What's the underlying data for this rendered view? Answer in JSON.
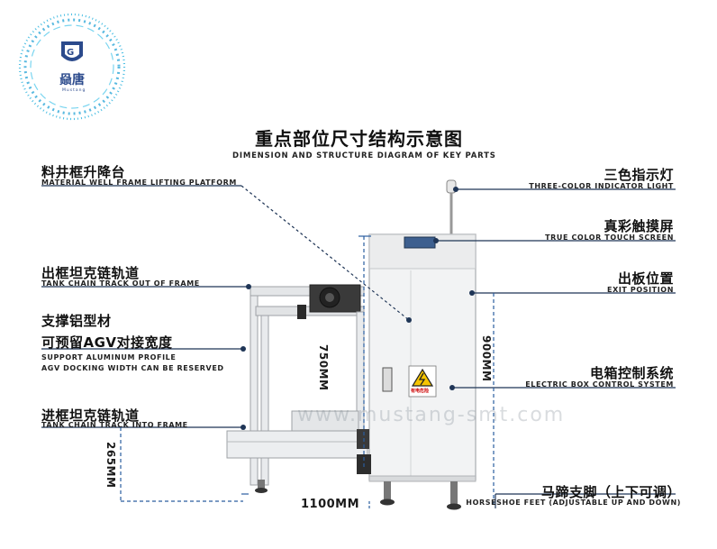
{
  "logo": {
    "brand_cn": "赑唐",
    "brand_en": "Mustang"
  },
  "title": {
    "cn": "重点部位尺寸结构示意图",
    "en": "DIMENSION AND STRUCTURE DIAGRAM OF KEY PARTS"
  },
  "left_labels": [
    {
      "id": "lifting",
      "cn": "料井框升降台",
      "en": "MATERIAL WELL FRAME LIFTING PLATFORM"
    },
    {
      "id": "chain_out",
      "cn": "出框坦克链轨道",
      "en": "TANK CHAIN TRACK OUT OF FRAME"
    },
    {
      "id": "support",
      "cn_line1": "支撑铝型材",
      "cn_line2": "可预留AGV对接宽度",
      "en_line1": "SUPPORT ALUMINUM PROFILE",
      "en_line2": "AGV DOCKING WIDTH CAN BE RESERVED"
    },
    {
      "id": "chain_in",
      "cn": "进框坦克链轨道",
      "en": "TANK CHAIN TRACK INTO FRAME"
    }
  ],
  "right_labels": [
    {
      "id": "indicator",
      "cn": "三色指示灯",
      "en": "THREE-COLOR INDICATOR LIGHT"
    },
    {
      "id": "touch",
      "cn": "真彩触摸屏",
      "en": "TRUE COLOR TOUCH SCREEN"
    },
    {
      "id": "exit",
      "cn": "出板位置",
      "en": "EXIT POSITION"
    },
    {
      "id": "electric",
      "cn": "电箱控制系统",
      "en": "ELECTRIC BOX CONTROL SYSTEM"
    },
    {
      "id": "feet",
      "cn": "马蹄支脚（上下可调）",
      "en": "HORSESHOE FEET (ADJUSTABLE UP AND DOWN)"
    }
  ],
  "dimensions": {
    "width": "1100MM",
    "height_platform": "750MM",
    "height_total": "900MM",
    "height_chain": "265MM"
  },
  "warning_label": "有电危险",
  "watermark": "www.mustang-smt.com",
  "colors": {
    "accent_blue": "#2a5d9f",
    "line_dark": "#1f3556",
    "cabinet": "#f2f3f4"
  }
}
